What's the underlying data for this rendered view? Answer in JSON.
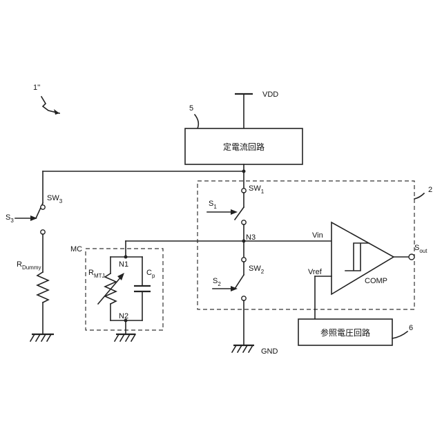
{
  "figure": {
    "ref_main": "1''",
    "labels": {
      "vdd": "VDD",
      "gnd": "GND",
      "ref5": "5",
      "ref2": "2",
      "ref6": "6",
      "const_current": "定電流回路",
      "ref_voltage": "参照電圧回路",
      "comp": "COMP",
      "vin": "Vin",
      "vref": "Vref",
      "n1": "N1",
      "n2": "N2",
      "n3": "N3",
      "mc": "MC"
    },
    "switches": {
      "sw1": {
        "base": "SW",
        "sub": "1"
      },
      "sw2": {
        "base": "SW",
        "sub": "2"
      },
      "sw3": {
        "base": "SW",
        "sub": "3"
      },
      "s1": {
        "base": "S",
        "sub": "1"
      },
      "s2": {
        "base": "S",
        "sub": "2"
      },
      "s3": {
        "base": "S",
        "sub": "3"
      }
    },
    "components": {
      "rdummy": {
        "base": "R",
        "sub": "Dummy"
      },
      "rmtj": {
        "base": "R",
        "sub": "MTJ"
      },
      "cp": {
        "base": "C",
        "sub": "p"
      },
      "sout": {
        "base": "S",
        "sub": "out"
      }
    }
  }
}
